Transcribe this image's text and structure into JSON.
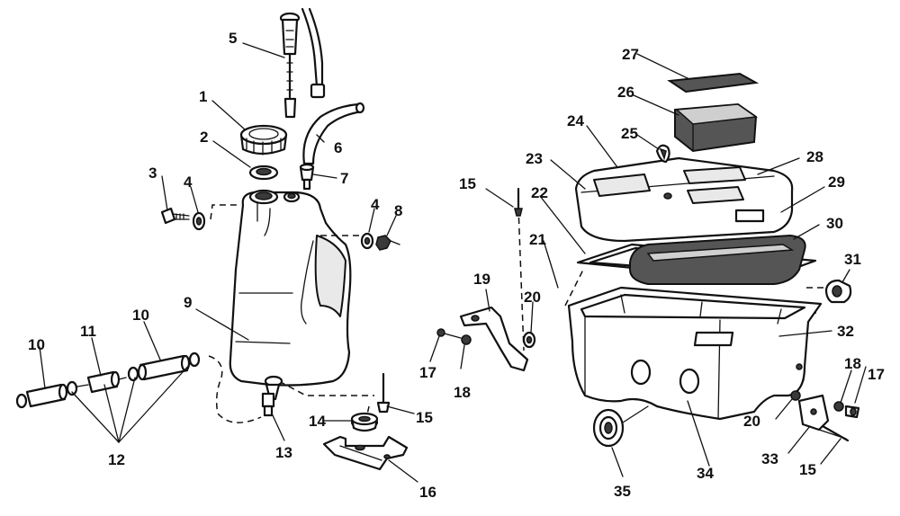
{
  "labels": {
    "l1": "1",
    "l2": "2",
    "l3": "3",
    "l4a": "4",
    "l4b": "4",
    "l5": "5",
    "l6": "6",
    "l7": "7",
    "l8": "8",
    "l9": "9",
    "l10a": "10",
    "l10b": "10",
    "l11": "11",
    "l12": "12",
    "l13": "13",
    "l14": "14",
    "l15a": "15",
    "l15b": "15",
    "l15c": "15",
    "l16": "16",
    "l17a": "17",
    "l17b": "17",
    "l18a": "18",
    "l18b": "18",
    "l19": "19",
    "l20a": "20",
    "l20b": "20",
    "l21": "21",
    "l22": "22",
    "l23": "23",
    "l24": "24",
    "l25": "25",
    "l26": "26",
    "l27": "27",
    "l28": "28",
    "l29": "29",
    "l30": "30",
    "l31": "31",
    "l32": "32",
    "l33": "33",
    "l34": "34",
    "l35": "35"
  },
  "colors": {
    "ink": "#111111",
    "paper": "#ffffff",
    "foam": "#555555"
  }
}
